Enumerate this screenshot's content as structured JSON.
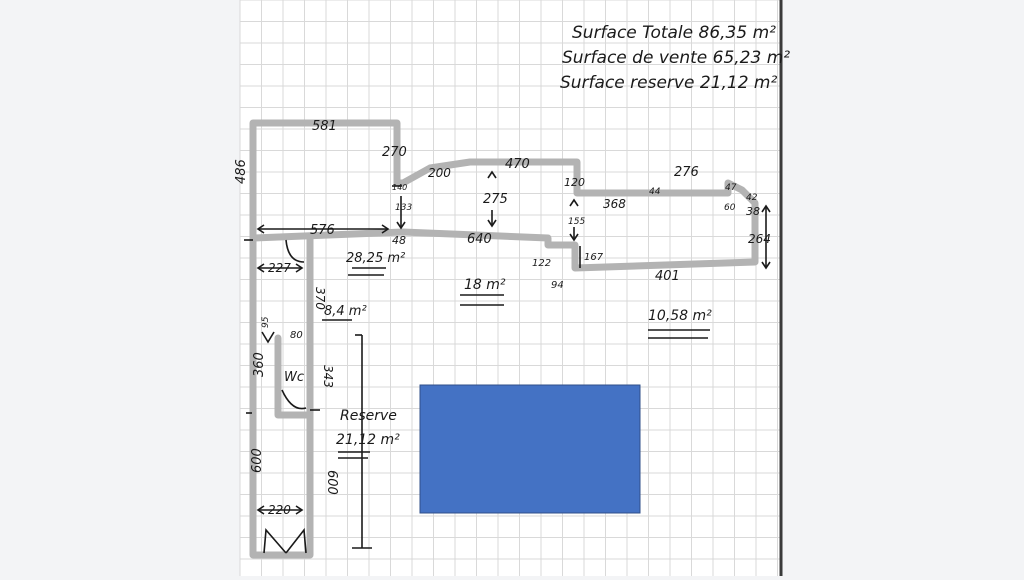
{
  "totals": {
    "line1": "Surface Totale 86,35 m²",
    "line2": "Surface de vente 65,23 m²",
    "line3": "Surface reserve 21,12 m²"
  },
  "dimensions": {
    "d581": "581",
    "d486": "486",
    "d270": "270",
    "d140": "140",
    "d200": "200",
    "d470": "470",
    "d275": "275",
    "d120": "120",
    "d368": "368",
    "d44": "44",
    "d276": "276",
    "d47": "47",
    "d42": "42",
    "d60": "60",
    "d38": "38",
    "d133": "133",
    "d576": "576",
    "d48": "48",
    "d640": "640",
    "d155": "155",
    "d167": "167",
    "d264": "264",
    "d227": "227",
    "d370": "370",
    "d122": "122",
    "d94": "94",
    "d401": "401",
    "d95": "95",
    "d80": "80",
    "d360": "360",
    "d343": "343",
    "d600a": "600",
    "d600b": "600",
    "d220": "220"
  },
  "rooms": {
    "area_a": "28,25 m²",
    "area_b": "18 m²",
    "area_c": "10,58 m²",
    "area_d": "8,4 m²",
    "wc": "Wc",
    "reserve_label": "Reserve",
    "reserve_area": "21,12 m²"
  },
  "colors": {
    "wall": "#b3b3b3",
    "grid": "#d9d9d9",
    "blue_box": "#4472c4",
    "paper": "#ffffff",
    "frame": "#3a3a3a"
  }
}
